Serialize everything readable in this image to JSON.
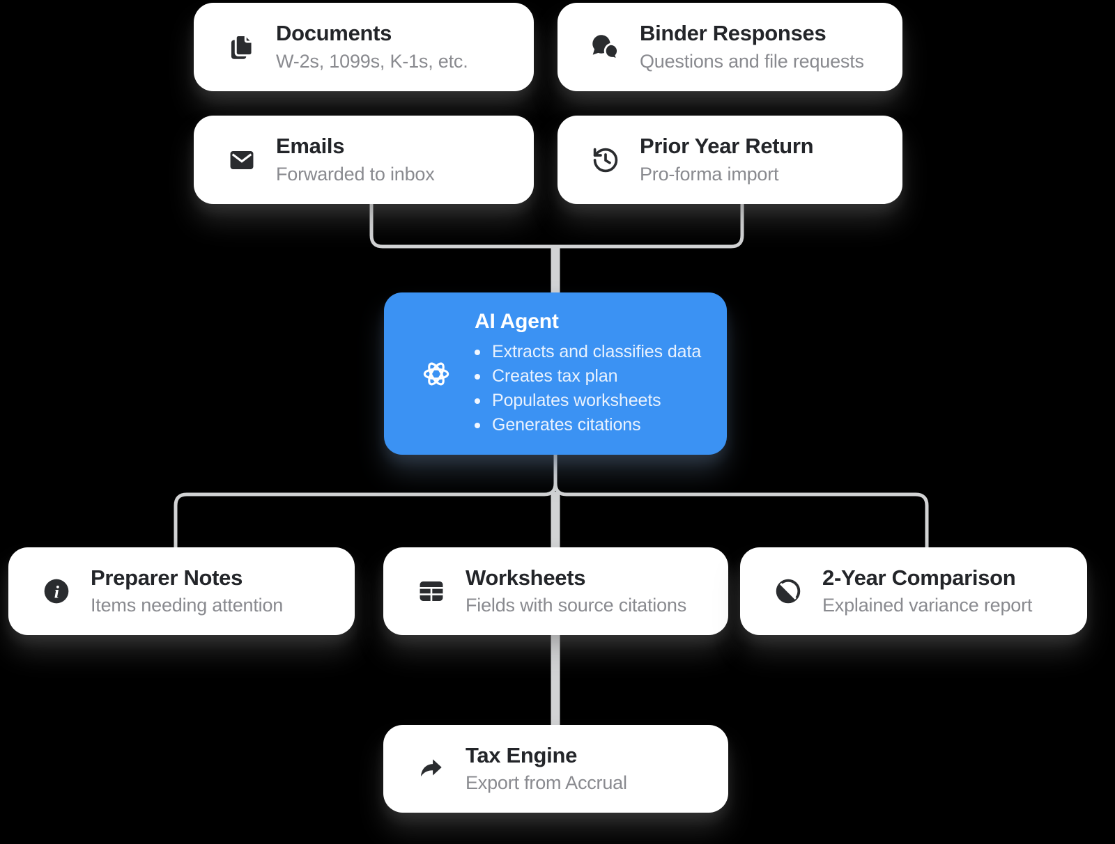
{
  "diagram": {
    "colors": {
      "accent_blue": "#3b92f3",
      "connector_gray": "#d2d3d4",
      "card_background": "#ffffff",
      "title_text": "#232529",
      "subtitle_text": "#898a8f"
    },
    "inputs": [
      {
        "id": "documents",
        "icon": "documents-icon",
        "title": "Documents",
        "subtitle": "W-2s, 1099s, K-1s, etc."
      },
      {
        "id": "binder-responses",
        "icon": "chat-bubbles-icon",
        "title": "Binder Responses",
        "subtitle": "Questions and file requests"
      },
      {
        "id": "emails",
        "icon": "envelope-icon",
        "title": "Emails",
        "subtitle": "Forwarded to inbox"
      },
      {
        "id": "prior-year-return",
        "icon": "history-clock-icon",
        "title": "Prior Year Return",
        "subtitle": "Pro-forma import"
      }
    ],
    "agent": {
      "icon": "atom-icon",
      "title": "AI Agent",
      "bullets": [
        "Extracts and classifies data",
        "Creates tax plan",
        "Populates worksheets",
        "Generates citations"
      ]
    },
    "outputs": [
      {
        "id": "preparer-notes",
        "icon": "info-icon",
        "title": "Preparer Notes",
        "subtitle": "Items needing attention"
      },
      {
        "id": "worksheets",
        "icon": "table-icon",
        "title": "Worksheets",
        "subtitle": "Fields with source citations"
      },
      {
        "id": "two-year-comparison",
        "icon": "contrast-icon",
        "title": "2-Year Comparison",
        "subtitle": "Explained variance report"
      }
    ],
    "final": {
      "id": "tax-engine",
      "icon": "share-arrow-icon",
      "title": "Tax Engine",
      "subtitle": "Export from Accrual"
    }
  }
}
